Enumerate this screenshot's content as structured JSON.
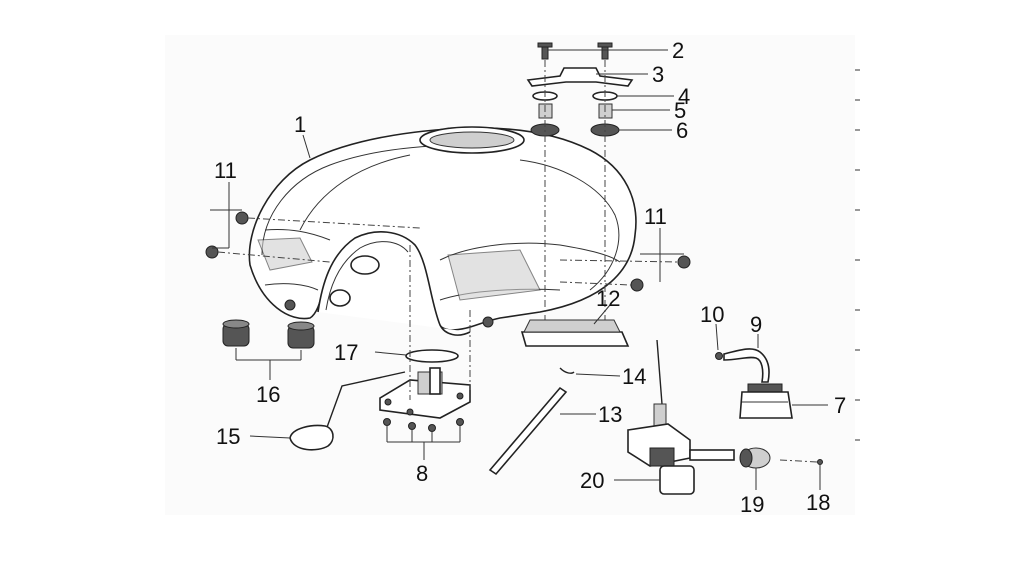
{
  "diagram": {
    "callouts": [
      {
        "id": "1",
        "label": "1"
      },
      {
        "id": "2",
        "label": "2"
      },
      {
        "id": "3",
        "label": "3"
      },
      {
        "id": "4",
        "label": "4"
      },
      {
        "id": "5",
        "label": "5"
      },
      {
        "id": "6",
        "label": "6"
      },
      {
        "id": "7",
        "label": "7"
      },
      {
        "id": "8",
        "label": "8"
      },
      {
        "id": "9",
        "label": "9"
      },
      {
        "id": "10",
        "label": "10"
      },
      {
        "id": "11a",
        "label": "11"
      },
      {
        "id": "11b",
        "label": "11"
      },
      {
        "id": "12",
        "label": "12"
      },
      {
        "id": "13",
        "label": "13"
      },
      {
        "id": "14",
        "label": "14"
      },
      {
        "id": "15",
        "label": "15"
      },
      {
        "id": "16",
        "label": "16"
      },
      {
        "id": "17",
        "label": "17"
      },
      {
        "id": "18",
        "label": "18"
      },
      {
        "id": "19",
        "label": "19"
      },
      {
        "id": "20",
        "label": "20"
      }
    ]
  }
}
